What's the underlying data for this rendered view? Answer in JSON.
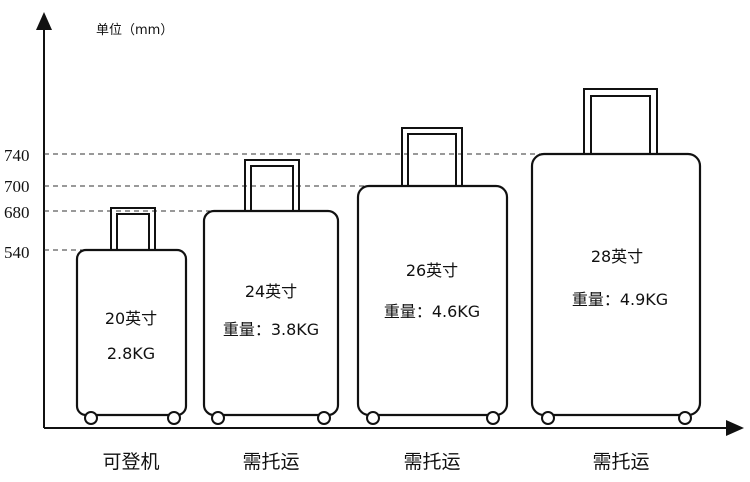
{
  "unit_label": "单位（mm）",
  "y_ticks": [
    "740",
    "700",
    "680",
    "540"
  ],
  "suitcases": [
    {
      "size": "20英寸",
      "weight": "2.8KG",
      "category": "可登机"
    },
    {
      "size": "24英寸",
      "weight": "重量：3.8KG",
      "category": "需托运"
    },
    {
      "size": "26英寸",
      "weight": "重量：4.6KG",
      "category": "需托运"
    },
    {
      "size": "28英寸",
      "weight": "重量：4.9KG",
      "category": "需托运"
    }
  ]
}
